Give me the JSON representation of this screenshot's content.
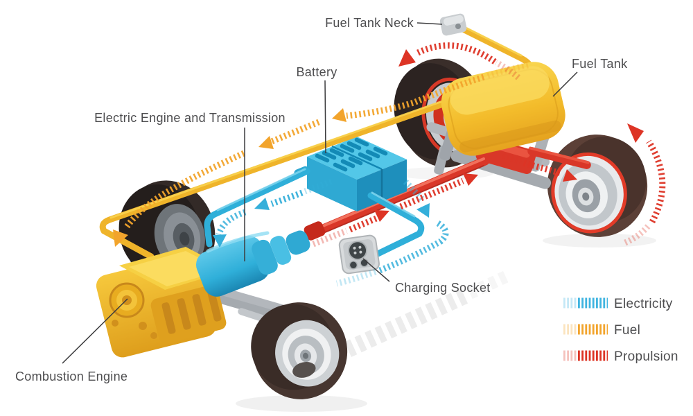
{
  "labels": {
    "fuel_tank_neck": "Fuel Tank Neck",
    "battery": "Battery",
    "fuel_tank": "Fuel Tank",
    "electric_engine": "Electric Engine and Transmission",
    "charging_socket": "Charging Socket",
    "combustion_engine": "Combustion Engine"
  },
  "legend": {
    "items": [
      {
        "label": "Electricity",
        "color": "#3FB4E0"
      },
      {
        "label": "Fuel",
        "color": "#F2A42C"
      },
      {
        "label": "Propulsion",
        "color": "#DD3425"
      }
    ]
  },
  "colors": {
    "background": "#FFFFFF",
    "electricity": "#35AFDA",
    "fuel": "#F2A42C",
    "propulsion": "#DD3425",
    "pipe_electric": "#2FAFD9",
    "pipe_fuel": "#EFB42A",
    "battery_blue": "#35B5DC",
    "tank_yellow": "#F5C233",
    "engine_yellow": "#F1B92C",
    "shaft_red": "#D93728",
    "tire_brown": "#45332C",
    "rim_silver": "#D5D8DB",
    "chassis_gray": "#B3B7BC",
    "label_text": "#4D4D4F"
  }
}
